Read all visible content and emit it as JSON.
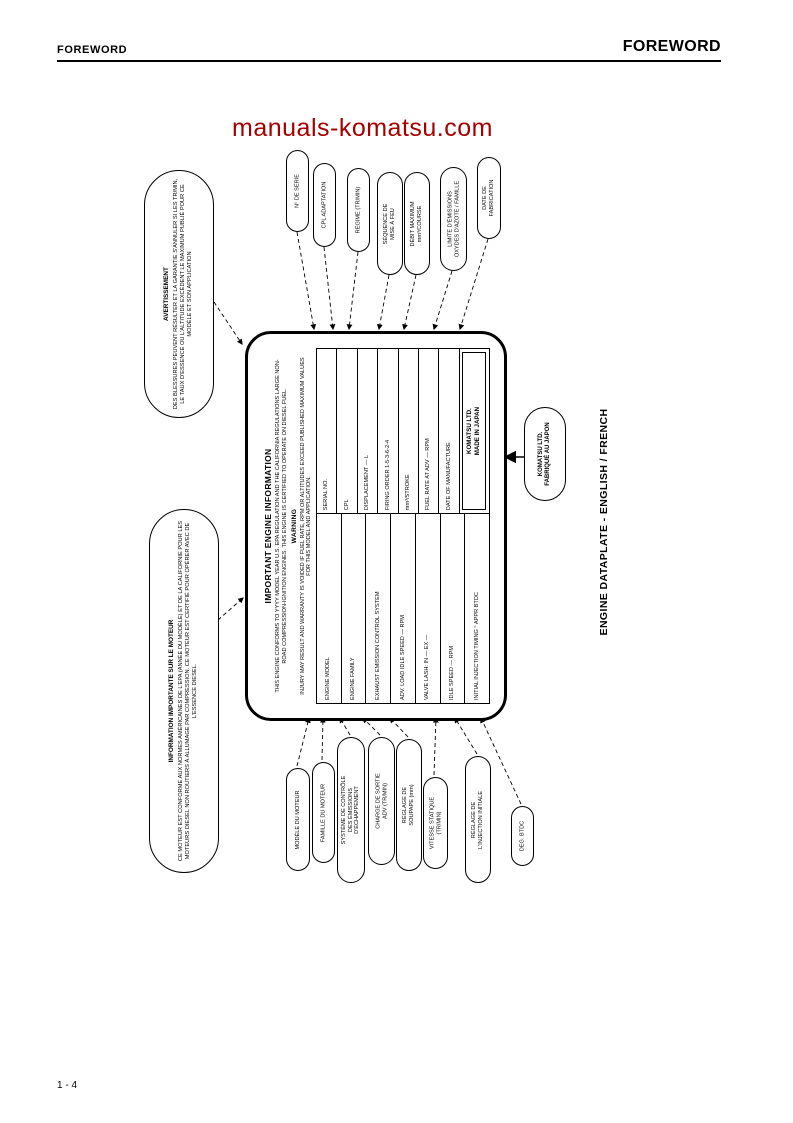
{
  "page": {
    "header_left": "FOREWORD",
    "header_right": "FOREWORD",
    "watermark": "manuals-komatsu.com",
    "page_number": "1 - 4",
    "caption": "ENGINE DATAPLATE - ENGLISH / FRENCH"
  },
  "colors": {
    "ink": "#000000",
    "watermark": "#a40000"
  },
  "warning_callout": {
    "title": "AVERTISSEMENT",
    "body": "DES BLESSURES PEUVENT RÉSULTER ET LA GARANTIE S'ANNULER SI LES TR/MIN, LE TAUX D'ESSENCE OU L'ALTITUDE EXCÈDENT LE MAXIMUM PUBLIÉ POUR CE MODÈLE ET SON APPLICATION"
  },
  "info_callout": {
    "title": "INFORMATION IMPORTANTE SUR LE MOTEUR",
    "body": "CE MOTEUR EST CONFORME AUX NORMES AMÉRICAINES DE L'EPA (ANNÉE DU MODÈLE) ET DE LA CALIFORNIE POUR LES MOTEURS DIESEL NON ROUTIERS À ALLUMAGE PAR COMPRESSION. CE MOTEUR EST CERTIFIÉ POUR OPÉRER AVEC DE L'ESSENCE DIESEL."
  },
  "top_callouts": [
    "N° DE SÉRIE",
    "CPL ADAPTATION",
    "RÉGIME (TR/MIN)",
    "SÉQUENCE DE\nMISE À FEU",
    "DÉBIT MAXIMUM\nmm³/COURSE",
    "LIMITE D'ÉMISSIONS\nOXYDES D'AZOTE / FAMILLE",
    "DATE DE\nFABRICATION"
  ],
  "bottom_callouts": [
    "MODÈLE DU MOTEUR",
    "FAMILLE DU MOTEUR",
    "SYSTÈME DE CONTRÔLE\nDES ÉMISSIONS\nD'ÉCHAPPEMENT",
    "CHARGE DE SORTIE\nADV (TR/MIN)",
    "RÉGLAGE DE\nSOUPAPE (mm)",
    "VITESSE STATIQUE\n(TR/MIN)",
    "RÉGLAGE DE\nL'INJECTION INITIALE",
    "DEG. BTDC"
  ],
  "komatsu_callout": "KOMATSU LTD.\nFABRIQUÉ AU JAPON",
  "plate": {
    "title": "IMPORTANT ENGINE INFORMATION",
    "para1": "THIS ENGINE CONFORMS TO YYYY MODEL YEAR U.S. EPA REGULATION AND THE CALIFORNIA REGULATIONS LARGE NON-ROAD COMPRESSION-IGNITION ENGINES. THIS ENGINE IS CERTIFIED TO OPERATE ON DIESEL FUEL.",
    "warning_title": "WARNING",
    "para2": "INJURY MAY RESULT AND WARRANTY IS VOIDED IF FUEL RATE, RPM OR ALTITUDES EXCEED PUBLISHED MAXIMUM VALUES FOR THIS MODEL AND APPLICATION.",
    "left_rows": [
      "ENGINE MODEL",
      "ENGINE FAMILY",
      "EXHAUST EMISSION CONTROL SYSTEM",
      "ADV. LOAD IDLE SPEED  —  RPM",
      "VALVE LASH:  IN —  EX —",
      "IDLE SPEED  —  RPM",
      "INITIAL INJECTION TIMING  ° APPR BTDC"
    ],
    "right_rows": [
      "SERIAL NO.",
      "CPL",
      "DISPLACEMENT  —  L",
      "FIRING ORDER  1-5-3-6-2-4",
      "mm³/STROKE",
      "FUEL RATE AT ADV  —  RPM",
      "DATE OF MANUFACTURE"
    ],
    "maker": "KOMATSU LTD.\nMADE IN JAPAN"
  }
}
